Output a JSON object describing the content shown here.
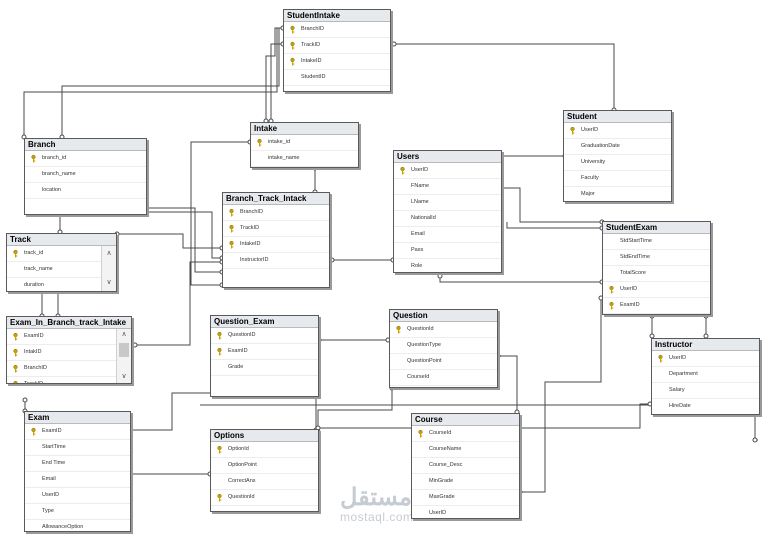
{
  "tables": [
    {
      "id": "StudentIntake",
      "title": "StudentIntake",
      "columns": [
        {
          "name": "BranchID",
          "pk": true
        },
        {
          "name": "TrackID",
          "pk": true
        },
        {
          "name": "IntakeID",
          "pk": true
        },
        {
          "name": "StudentID",
          "pk": false
        }
      ]
    },
    {
      "id": "Branch",
      "title": "Branch",
      "columns": [
        {
          "name": "branch_id",
          "pk": true
        },
        {
          "name": "branch_name",
          "pk": false
        },
        {
          "name": "location",
          "pk": false
        }
      ]
    },
    {
      "id": "Intake",
      "title": "Intake",
      "columns": [
        {
          "name": "intake_id",
          "pk": true
        },
        {
          "name": "intake_name",
          "pk": false
        }
      ]
    },
    {
      "id": "Student",
      "title": "Student",
      "columns": [
        {
          "name": "UserID",
          "pk": true
        },
        {
          "name": "GraduationDate",
          "pk": false
        },
        {
          "name": "University",
          "pk": false
        },
        {
          "name": "Faculty",
          "pk": false
        },
        {
          "name": "Major",
          "pk": false
        }
      ]
    },
    {
      "id": "Users",
      "title": "Users",
      "columns": [
        {
          "name": "UserID",
          "pk": true
        },
        {
          "name": "FName",
          "pk": false
        },
        {
          "name": "LName",
          "pk": false
        },
        {
          "name": "NationalId",
          "pk": false
        },
        {
          "name": "Email",
          "pk": false
        },
        {
          "name": "Pass",
          "pk": false
        },
        {
          "name": "Role",
          "pk": false
        }
      ]
    },
    {
      "id": "BranchTrackIntake",
      "title": "Branch_Track_Intack",
      "columns": [
        {
          "name": "BranchID",
          "pk": true
        },
        {
          "name": "TrackID",
          "pk": true
        },
        {
          "name": "IntakeID",
          "pk": true
        },
        {
          "name": "InstructorID",
          "pk": false
        }
      ]
    },
    {
      "id": "Track",
      "title": "Track",
      "columns": [
        {
          "name": "track_id",
          "pk": true
        },
        {
          "name": "track_name",
          "pk": false
        },
        {
          "name": "duration",
          "pk": false
        }
      ]
    },
    {
      "id": "StudentExam",
      "title": "StudentExam",
      "columns": [
        {
          "name": "StdStartTime",
          "pk": false
        },
        {
          "name": "StdEndTime",
          "pk": false
        },
        {
          "name": "TotalScore",
          "pk": false
        },
        {
          "name": "UserID",
          "pk": true
        },
        {
          "name": "ExamID",
          "pk": true
        }
      ]
    },
    {
      "id": "ExamInBranch",
      "title": "Exam_In_Branch_track_Intake",
      "columns": [
        {
          "name": "ExamID",
          "pk": true
        },
        {
          "name": "IntakID",
          "pk": true
        },
        {
          "name": "BranchID",
          "pk": true
        },
        {
          "name": "TrackID",
          "pk": true
        }
      ]
    },
    {
      "id": "QuestionExam",
      "title": "Question_Exam",
      "columns": [
        {
          "name": "QuestionID",
          "pk": true
        },
        {
          "name": "ExamID",
          "pk": true
        },
        {
          "name": "Grade",
          "pk": false
        }
      ]
    },
    {
      "id": "Question",
      "title": "Question",
      "columns": [
        {
          "name": "QuestionId",
          "pk": true
        },
        {
          "name": "QuestionType",
          "pk": false
        },
        {
          "name": "QuestionPoint",
          "pk": false
        },
        {
          "name": "CourseId",
          "pk": false
        }
      ]
    },
    {
      "id": "Instructor",
      "title": "Instructor",
      "columns": [
        {
          "name": "UserID",
          "pk": true
        },
        {
          "name": "Department",
          "pk": false
        },
        {
          "name": "Salary",
          "pk": false
        },
        {
          "name": "HireDate",
          "pk": false
        }
      ]
    },
    {
      "id": "Exam",
      "title": "Exam",
      "columns": [
        {
          "name": "ExamID",
          "pk": true
        },
        {
          "name": "StartTime",
          "pk": false
        },
        {
          "name": "End Time",
          "pk": false
        },
        {
          "name": "Email",
          "pk": false
        },
        {
          "name": "UserID",
          "pk": false
        },
        {
          "name": "Type",
          "pk": false
        },
        {
          "name": "AllowanceOption",
          "pk": false
        }
      ]
    },
    {
      "id": "Options",
      "title": "Options",
      "columns": [
        {
          "name": "OptionId",
          "pk": true
        },
        {
          "name": "OptionPoint",
          "pk": false
        },
        {
          "name": "CorrectAns",
          "pk": false
        },
        {
          "name": "QuestionId",
          "pk": true
        }
      ]
    },
    {
      "id": "Course",
      "title": "Course",
      "columns": [
        {
          "name": "CourseId",
          "pk": true
        },
        {
          "name": "CourseName",
          "pk": false
        },
        {
          "name": "Course_Desc",
          "pk": false
        },
        {
          "name": "MinGrade",
          "pk": false
        },
        {
          "name": "MaxGrade",
          "pk": false
        },
        {
          "name": "UserID",
          "pk": false
        }
      ]
    }
  ],
  "watermark": {
    "arabic": "مستقل",
    "latin": "mostaql.com"
  },
  "colors": {
    "line": "#4a4a4a",
    "key": "#c9a400",
    "title_bg": "#e6e9ee"
  }
}
